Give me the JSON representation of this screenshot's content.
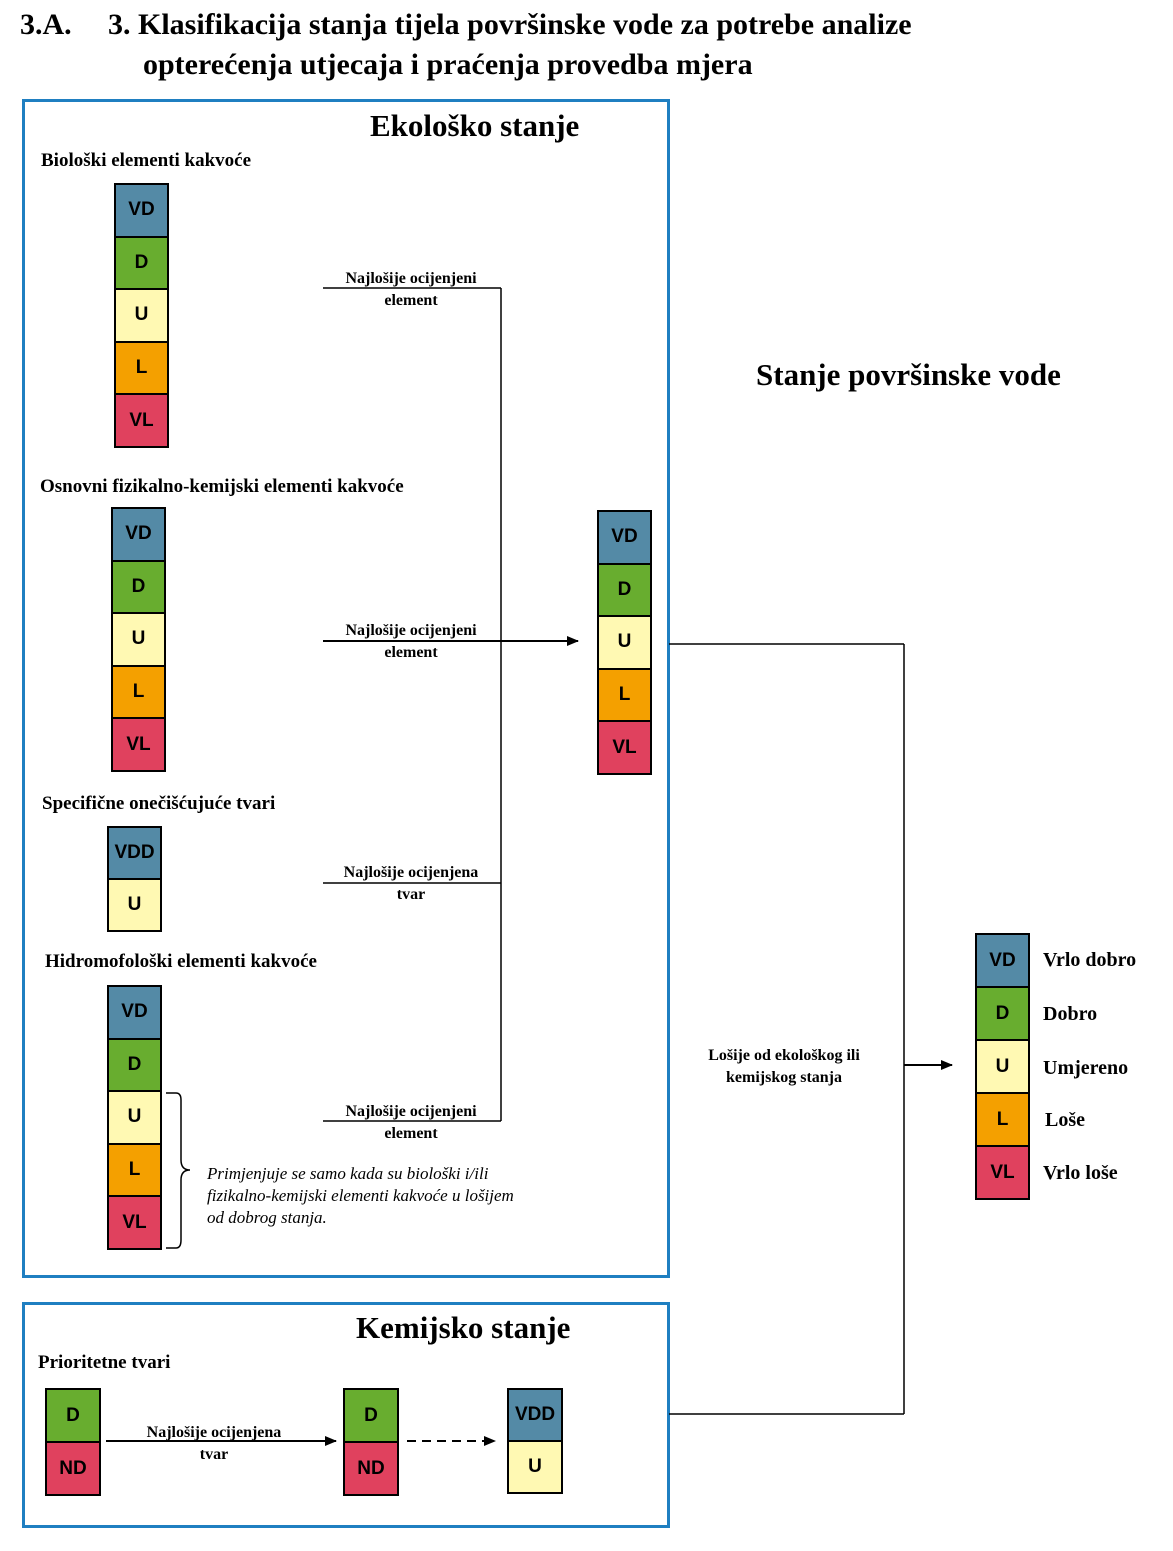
{
  "heading": {
    "number": "3.A.",
    "line1": "3. Klasifikacija stanja tijela površinske vode za potrebe analize",
    "line2": "opterećenja utjecaja i praćenja provedba mjera"
  },
  "colors": {
    "VD": "#548aa6",
    "D": "#68ad2f",
    "U": "#fff9b3",
    "L": "#f4a000",
    "VL": "#e0415e",
    "ND": "#e0415e",
    "VDD": "#548aa6",
    "border": "#1f7fc1"
  },
  "ecological": {
    "title": "Ekološko stanje",
    "bio_label": "Biološki elementi kakvoće",
    "fk_label": "Osnovni fizikalno-kemijski elementi kakvoće",
    "spec_label": "Specifične onečišćujuće tvari",
    "hydro_label": "Hidromofološki elementi kakvoće",
    "scale": [
      "VD",
      "D",
      "U",
      "L",
      "VL"
    ],
    "spec_scale": [
      "VDD",
      "U"
    ],
    "conn_element": [
      "Najlošije ocijenjeni",
      "element"
    ],
    "conn_tvar": [
      "Najlošije ocijenjena",
      "tvar"
    ],
    "note": [
      "Primjenjuje se samo kada su biološki i/ili",
      "fizikalno-kemijski elementi kakvoće u lošijem",
      "od dobrog stanja."
    ]
  },
  "chemical": {
    "title": "Kemijsko stanje",
    "priority_label": "Prioritetne tvari",
    "scale": [
      "D",
      "ND"
    ],
    "end_scale": [
      "VDD",
      "U"
    ],
    "conn_tvar": [
      "Najlošije ocijenjena",
      "tvar"
    ]
  },
  "surface": {
    "title": "Stanje površinske vode",
    "worse_label": [
      "Lošije od ekološkog ili",
      "kemijskog stanja"
    ],
    "legend": [
      {
        "code": "VD",
        "label": "Vrlo dobro"
      },
      {
        "code": "D",
        "label": "Dobro"
      },
      {
        "code": "U",
        "label": "Umjereno"
      },
      {
        "code": "L",
        "label": "Loše"
      },
      {
        "code": "VL",
        "label": "Vrlo loše"
      }
    ]
  }
}
